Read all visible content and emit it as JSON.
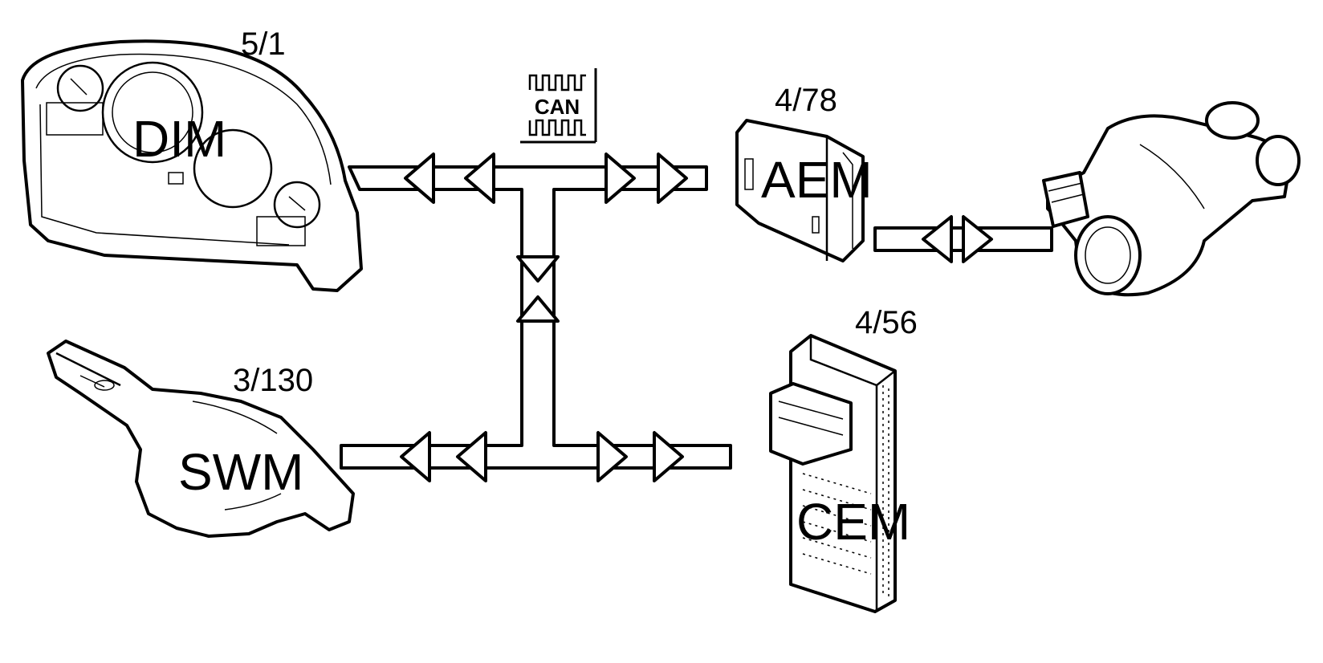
{
  "colors": {
    "ink": "#000000",
    "paper": "#ffffff"
  },
  "bus": {
    "symbol": "can-bus-icon",
    "label": "CAN"
  },
  "modules": {
    "dim": {
      "name": "DIM",
      "ref": "5/1"
    },
    "aem": {
      "name": "AEM",
      "ref": "4/78"
    },
    "swm": {
      "name": "SWM",
      "ref": "3/130"
    },
    "cem": {
      "name": "CEM",
      "ref": "4/56"
    }
  },
  "devices": {
    "actuator": "actuator-icon"
  }
}
